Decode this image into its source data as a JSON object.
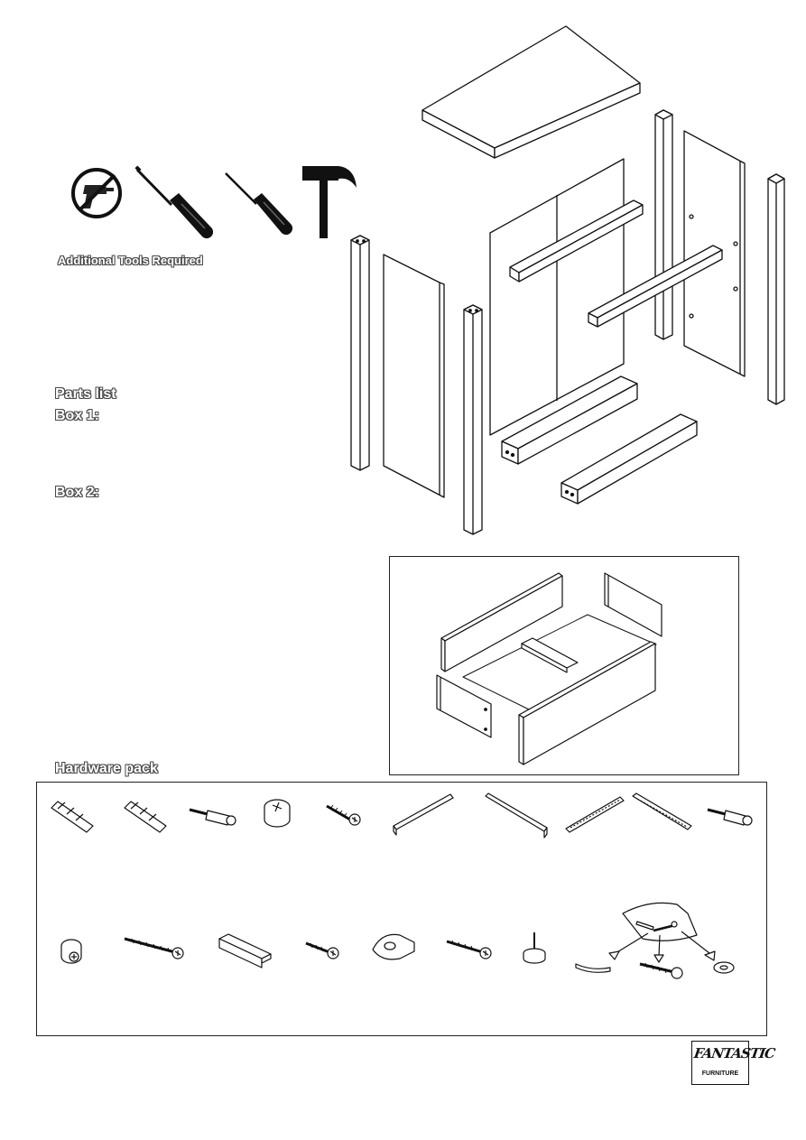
{
  "tools": {
    "caption": "Additional Tools Required",
    "icons": [
      "no-power-drill-icon",
      "flathead-screwdriver-icon",
      "phillips-screwdriver-icon",
      "hammer-icon"
    ]
  },
  "parts": {
    "title": "Parts list",
    "box1_label": "Box 1:",
    "box2_label": "Box 2:"
  },
  "hardware": {
    "title": "Hardware pack",
    "row1": [
      "wooden-dowel",
      "wooden-dowel",
      "cam-bolt",
      "cam-lock",
      "short-screw",
      "drawer-runner",
      "drawer-runner",
      "drawer-runner",
      "drawer-runner",
      "cam-bolt"
    ],
    "row2": [
      "cam-lock",
      "long-screw",
      "handle-profile",
      "short-screw",
      "corner-block",
      "screw",
      "furniture-glide",
      "strap",
      "wall-fixing-pack"
    ]
  },
  "logo": {
    "main": "FANTASTIC",
    "sub": "FURNITURE"
  }
}
